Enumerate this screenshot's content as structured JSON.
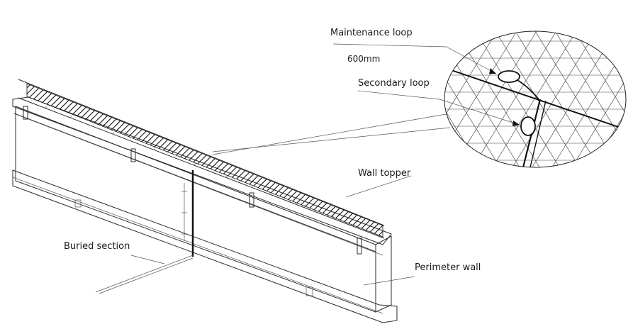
{
  "labels": {
    "maintenance_loop": "Maintenance loop",
    "spacing": "600mm",
    "secondary_loop": "Secondary loop",
    "wall_topper": "Wall topper",
    "buried_section": "Buried section",
    "perimeter_wall": "Perimeter wall"
  },
  "colors": {
    "line": "#2b2b2b",
    "mesh": "#3a3a3a",
    "background": "#ffffff"
  }
}
